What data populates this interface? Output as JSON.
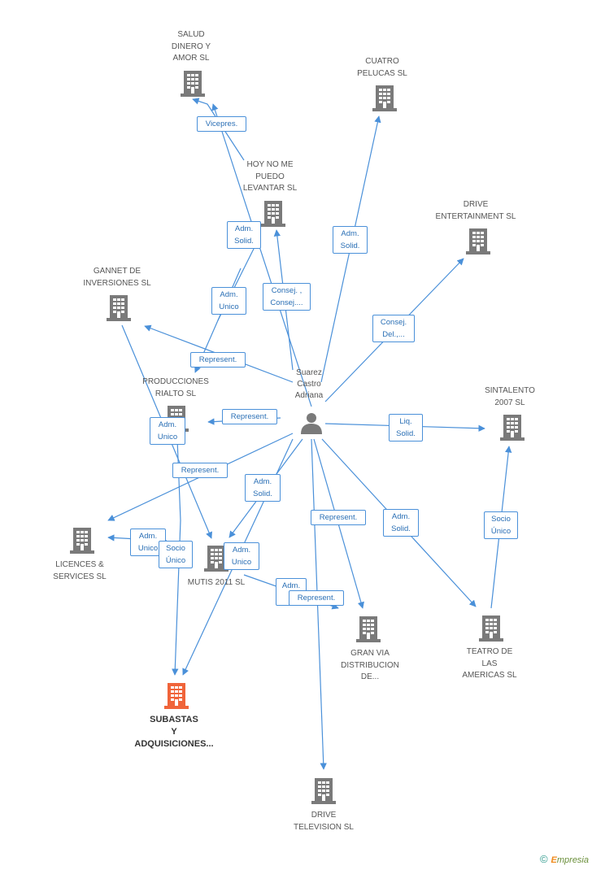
{
  "person": {
    "name": "Suarez\nCastro\nAdriana"
  },
  "companies": [
    {
      "id": "salud",
      "label": "SALUD\nDINERO Y\nAMOR SL",
      "focus": false
    },
    {
      "id": "cuatro",
      "label": "CUATRO\nPELUCAS SL",
      "focus": false
    },
    {
      "id": "hoy",
      "label": "HOY NO ME\nPUEDO\nLEVANTAR SL",
      "focus": false
    },
    {
      "id": "drive_ent",
      "label": "DRIVE\nENTERTAINMENT SL",
      "focus": false
    },
    {
      "id": "gannet",
      "label": "GANNET DE\nINVERSIONES SL",
      "focus": false
    },
    {
      "id": "producciones",
      "label": "PRODUCCIONES\nRIALTO SL",
      "focus": false
    },
    {
      "id": "sintalento",
      "label": "SINTALENTO\n2007 SL",
      "focus": false
    },
    {
      "id": "licences",
      "label": "LICENCES &\nSERVICES SL",
      "focus": false
    },
    {
      "id": "mutis",
      "label": "MUTIS 2011 SL",
      "focus": false
    },
    {
      "id": "granvia",
      "label": "GRAN VIA\nDISTRIBUCION\nDE...",
      "focus": false
    },
    {
      "id": "teatro",
      "label": "TEATRO DE\nLAS\nAMERICAS SL",
      "focus": false
    },
    {
      "id": "subastas",
      "label": "SUBASTAS\nY\nADQUISICIONES...",
      "focus": true
    },
    {
      "id": "drive_tv",
      "label": "DRIVE\nTELEVISION  SL",
      "focus": false
    }
  ],
  "relations": [
    {
      "id": "r1",
      "label": "Vicepres."
    },
    {
      "id": "r2",
      "label": "Adm.\nSolid."
    },
    {
      "id": "r3",
      "label": "Adm.\nUnico"
    },
    {
      "id": "r4",
      "label": "Consej. ,\nConsej...."
    },
    {
      "id": "r5",
      "label": "Adm.\nSolid."
    },
    {
      "id": "r6",
      "label": "Consej.\nDel.,..."
    },
    {
      "id": "r7",
      "label": "Represent."
    },
    {
      "id": "r8",
      "label": "Represent."
    },
    {
      "id": "r9",
      "label": "Adm.\nUnico"
    },
    {
      "id": "r10",
      "label": "Liq.\nSolid."
    },
    {
      "id": "r11",
      "label": "Represent."
    },
    {
      "id": "r12",
      "label": "Adm.\nSolid."
    },
    {
      "id": "r13",
      "label": "Adm.\nUnico"
    },
    {
      "id": "r14",
      "label": "Socio\nÚnico"
    },
    {
      "id": "r15",
      "label": "Adm.\nUnico"
    },
    {
      "id": "r16",
      "label": "Represent."
    },
    {
      "id": "r17",
      "label": "Adm.\nSolid."
    },
    {
      "id": "r18",
      "label": "Socio\nÚnico"
    },
    {
      "id": "r19",
      "label": "Adm.\nU"
    },
    {
      "id": "r20",
      "label": "Represent."
    }
  ],
  "colors": {
    "edge": "#4a90d9",
    "building": "#7a7a7a",
    "focus_building": "#f0643a",
    "person": "#7a7a7a"
  },
  "brand": {
    "symbol": "©",
    "text_e": "E",
    "text_rest": "mpresia"
  }
}
